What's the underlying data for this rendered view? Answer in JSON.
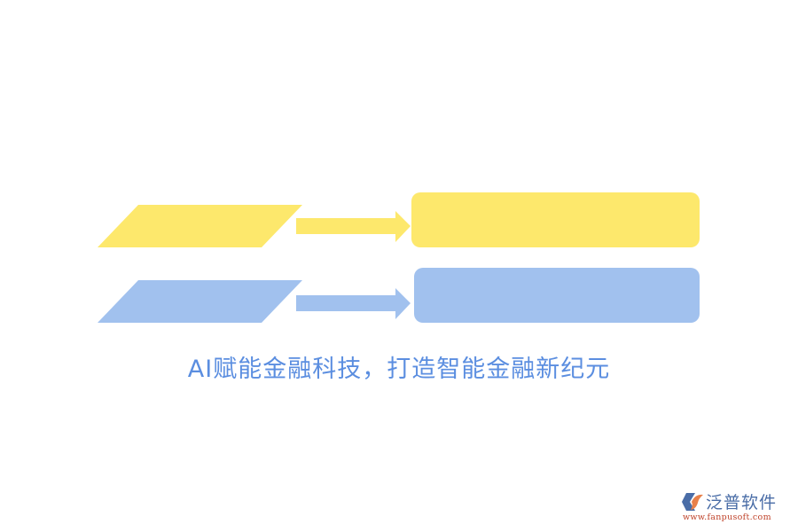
{
  "diagram": {
    "colors": {
      "yellow": "#fde86c",
      "blue": "#a1c1ee",
      "caption": "#5b8ee0"
    },
    "rows": [
      {
        "name": "row-yellow",
        "parallelogram_label": "",
        "box_label": ""
      },
      {
        "name": "row-blue",
        "parallelogram_label": "",
        "box_label": ""
      }
    ],
    "caption": "AI赋能金融科技，打造智能金融新纪元"
  },
  "watermark": {
    "brand_name": "泛普软件",
    "url": "www.fanpusoft.com",
    "icon": "fanpu-logo-icon"
  }
}
